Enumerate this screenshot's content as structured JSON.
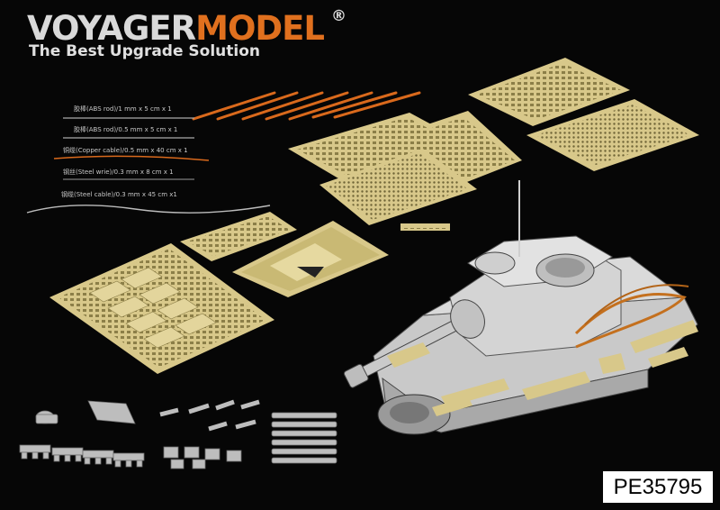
{
  "logo": {
    "part1": "VOYAGER",
    "part2": "MODEL",
    "registered": "®",
    "tagline": "The Best Upgrade Solution"
  },
  "legend": [
    {
      "text": "胶棒(ABS rod)/1 mm x 5 cm x 1"
    },
    {
      "text": "胶棒(ABS rod)/0.5 mm x 5 cm x 1"
    },
    {
      "text": "铜缆(Copper cable)/0.5 mm x 40 cm x 1"
    },
    {
      "text": "钢丝(Steel wrie)/0.3 mm x 8 cm x 1"
    },
    {
      "text": "钢缆(Steel cable)/0.3 mm x 45 cm x1"
    }
  ],
  "product_code": "PE35795",
  "colors": {
    "background": "#060606",
    "brass": "#d8c88a",
    "accent_orange": "#e0701e",
    "resin": "#bdbdbd"
  }
}
